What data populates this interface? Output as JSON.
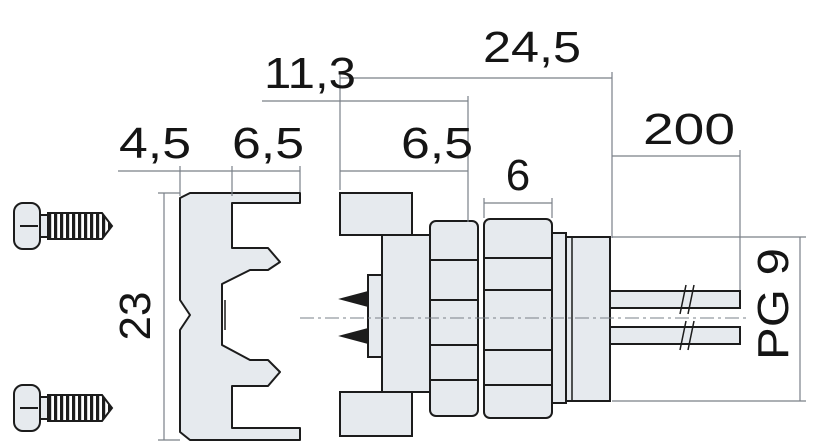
{
  "colors": {
    "background": "#ffffff",
    "stroke": "#1c1c1c",
    "part_fill": "#e6eaee",
    "dimension_line": "#7a8088",
    "text": "#151515"
  },
  "dimensions": {
    "overall_length": "24,5",
    "nut_offset": "11,3",
    "cable_length": "200",
    "clip_width_left": "4,5",
    "clip_width_mid": "6,5",
    "housing_width": "6,5",
    "nut_width": "6",
    "height": "23",
    "thread": "PG 9"
  },
  "parts": [
    {
      "name": "screw-top-icon"
    },
    {
      "name": "screw-bottom-icon"
    },
    {
      "name": "mounting-clip"
    },
    {
      "name": "terminal-housing"
    },
    {
      "name": "hex-nut-thin"
    },
    {
      "name": "hex-nut-thick"
    },
    {
      "name": "threaded-body"
    },
    {
      "name": "cable-leads"
    }
  ]
}
